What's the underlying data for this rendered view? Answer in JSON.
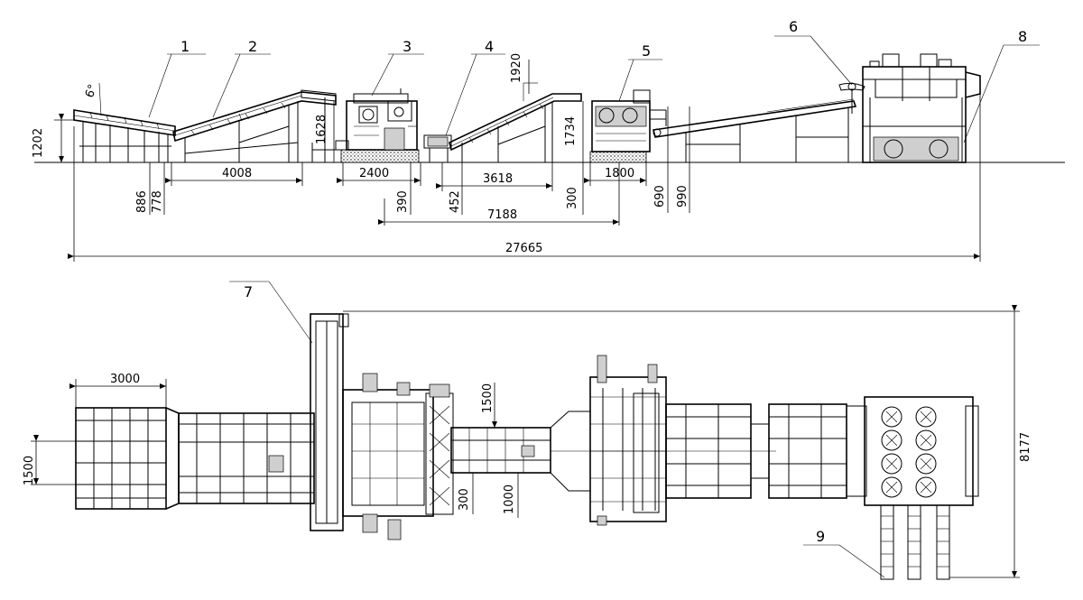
{
  "callouts": [
    "1",
    "2",
    "3",
    "4",
    "5",
    "6",
    "7",
    "8",
    "9"
  ],
  "side_view": {
    "angle": "6°",
    "dims": {
      "h1202": "1202",
      "d886": "886",
      "d778": "778",
      "d4008": "4008",
      "d1628": "1628",
      "d2400": "2400",
      "d390": "390",
      "d452": "452",
      "d1920": "1920",
      "d3618": "3618",
      "d7188": "7188",
      "d1734": "1734",
      "d300": "300",
      "d1800": "1800",
      "d690": "690",
      "d990": "990",
      "total": "27665"
    }
  },
  "plan_view": {
    "dims": {
      "d3000": "3000",
      "d1500a": "1500",
      "d1500b": "1500",
      "d300": "300",
      "d1000": "1000",
      "d8177": "8177"
    }
  }
}
